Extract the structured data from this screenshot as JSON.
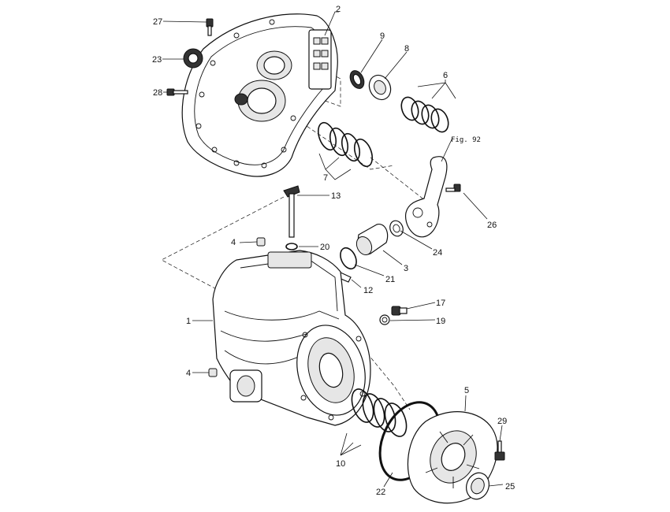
{
  "callouts": {
    "p1": "1",
    "p2": "2",
    "p3": "3",
    "p4a": "4",
    "p4b": "4",
    "p5": "5",
    "p6": "6",
    "p7": "7",
    "p8": "8",
    "p9": "9",
    "p10": "10",
    "p12": "12",
    "p13": "13",
    "p17": "17",
    "p19": "19",
    "p20": "20",
    "p21": "21",
    "p22": "22",
    "p23": "23",
    "p24": "24",
    "p25": "25",
    "p26": "26",
    "p27": "27",
    "p28": "28",
    "p29": "29"
  },
  "figure_ref": "Fig. 92"
}
